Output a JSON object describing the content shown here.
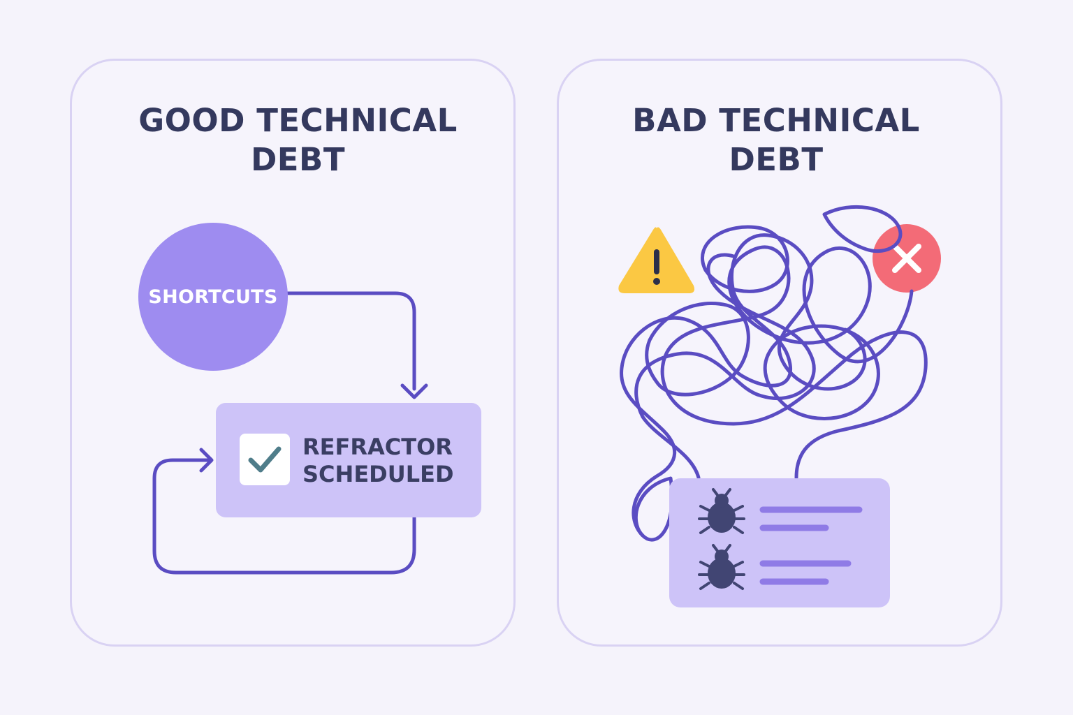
{
  "good_panel": {
    "title_lines": [
      "GOOD TECHNICAL",
      "DEBT"
    ],
    "shortcuts_label": "SHORTCUTS",
    "refactor_lines": [
      "REFRACTOR",
      "SCHEDULED"
    ]
  },
  "bad_panel": {
    "title_lines": [
      "BAD TECHNICAL",
      "DEBT"
    ],
    "icons": [
      "warning-icon",
      "error-x-icon",
      "bug-icon",
      "bug-icon"
    ]
  },
  "colors": {
    "background": "#f5f3fb",
    "panel_border": "#d9d2f3",
    "title_text": "#34395e",
    "accent_purple": "#9e8cf0",
    "light_purple": "#cdc3f8",
    "line_purple": "#5a4cc2",
    "warning_yellow": "#fbc843",
    "error_red": "#f36b77",
    "check_teal": "#4f7d8a",
    "bug_dark": "#414573"
  }
}
